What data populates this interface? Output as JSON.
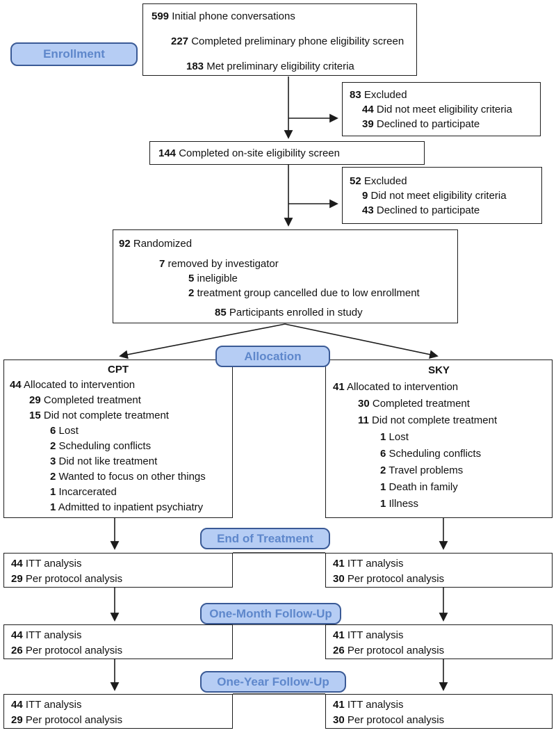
{
  "colors": {
    "label_fill": "#b6cdf4",
    "label_border": "#3a5a96",
    "label_text": "#5e87cb",
    "line_color": "#1c1c1c"
  },
  "stages": {
    "enrollment": "Enrollment",
    "allocation": "Allocation",
    "end_of_treatment": "End of Treatment",
    "one_month_follow_up": "One-Month Follow-Up",
    "one_year_follow_up": "One-Year Follow-Up"
  },
  "boxes": {
    "initial": {
      "lines": [
        {
          "n": "599",
          "t": "Initial phone conversations"
        },
        {
          "n": "227",
          "t": "Completed preliminary phone eligibility screen"
        },
        {
          "n": "183",
          "t": "Met preliminary eligibility criteria"
        }
      ]
    },
    "excluded_phone": {
      "lines": [
        {
          "n": "83",
          "t": "Excluded"
        },
        {
          "n": "44",
          "t": "Did not meet eligibility criteria"
        },
        {
          "n": "39",
          "t": "Declined to participate"
        }
      ]
    },
    "onsite": {
      "lines": [
        {
          "n": "144",
          "t": "Completed on-site eligibility screen"
        }
      ]
    },
    "excluded_onsite": {
      "lines": [
        {
          "n": "52",
          "t": "Excluded"
        },
        {
          "n": "9",
          "t": "Did not meet eligibility criteria"
        },
        {
          "n": "43",
          "t": "Declined to participate"
        }
      ]
    },
    "randomized": {
      "lines": [
        {
          "n": "92",
          "t": "Randomized"
        },
        {
          "n": "7",
          "t": "removed by investigator"
        },
        {
          "n": "5",
          "t": "ineligible"
        },
        {
          "n": "2",
          "t": "treatment group cancelled due to low enrollment"
        },
        {
          "n": "85",
          "t": "Participants enrolled in study"
        }
      ]
    },
    "cpt": {
      "header": "CPT",
      "lines": [
        {
          "n": "44",
          "t": "Allocated to intervention"
        },
        {
          "n": "29",
          "t": "Completed treatment"
        },
        {
          "n": "15",
          "t": "Did not complete treatment"
        },
        {
          "n": "6",
          "t": "Lost"
        },
        {
          "n": "2",
          "t": "Scheduling conflicts"
        },
        {
          "n": "3",
          "t": "Did not like treatment"
        },
        {
          "n": "2",
          "t": "Wanted to focus on other things"
        },
        {
          "n": "1",
          "t": "Incarcerated"
        },
        {
          "n": "1",
          "t": "Admitted to inpatient psychiatry"
        }
      ]
    },
    "sky": {
      "header": "SKY",
      "lines": [
        {
          "n": "41",
          "t": "Allocated to intervention"
        },
        {
          "n": "30",
          "t": "Completed treatment"
        },
        {
          "n": "11",
          "t": "Did not complete treatment"
        },
        {
          "n": "1",
          "t": "Lost"
        },
        {
          "n": "6",
          "t": "Scheduling conflicts"
        },
        {
          "n": "2",
          "t": "Travel problems"
        },
        {
          "n": "1",
          "t": "Death in family"
        },
        {
          "n": "1",
          "t": "Illness"
        }
      ]
    },
    "eot_cpt": {
      "lines": [
        {
          "n": "44",
          "t": "ITT analysis"
        },
        {
          "n": "29",
          "t": "Per protocol analysis"
        }
      ]
    },
    "eot_sky": {
      "lines": [
        {
          "n": "41",
          "t": "ITT analysis"
        },
        {
          "n": "30",
          "t": "Per protocol analysis"
        }
      ]
    },
    "om_cpt": {
      "lines": [
        {
          "n": "44",
          "t": "ITT analysis"
        },
        {
          "n": "26",
          "t": "Per protocol analysis"
        }
      ]
    },
    "om_sky": {
      "lines": [
        {
          "n": "41",
          "t": "ITT analysis"
        },
        {
          "n": "26",
          "t": "Per protocol analysis"
        }
      ]
    },
    "oy_cpt": {
      "lines": [
        {
          "n": "44",
          "t": "ITT analysis"
        },
        {
          "n": "29",
          "t": "Per protocol analysis"
        }
      ]
    },
    "oy_sky": {
      "lines": [
        {
          "n": "41",
          "t": "ITT analysis"
        },
        {
          "n": "30",
          "t": "Per protocol analysis"
        }
      ]
    }
  }
}
